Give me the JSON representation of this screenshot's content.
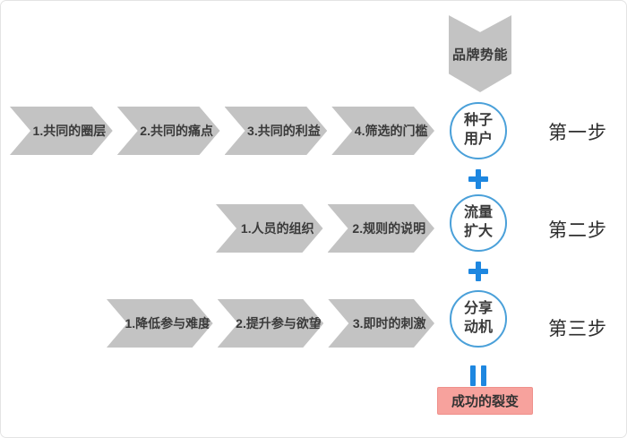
{
  "diagram": {
    "banner": {
      "label": "品牌势能"
    },
    "rows": [
      {
        "chevrons": [
          "1.共同的圈层",
          "2.共同的痛点",
          "3.共同的利益",
          "4.筛选的门槛"
        ],
        "circle": {
          "line1": "种子",
          "line2": "用户"
        },
        "step_label": "第一步"
      },
      {
        "chevrons": [
          "1.人员的组织",
          "2.规则的说明"
        ],
        "circle": {
          "line1": "流量",
          "line2": "扩大"
        },
        "step_label": "第二步"
      },
      {
        "chevrons": [
          "1.降低参与难度",
          "2.提升参与欲望",
          "3.即时的刺激"
        ],
        "circle": {
          "line1": "分享",
          "line2": "动机"
        },
        "step_label": "第三步"
      }
    ],
    "operators": {
      "plus_icon": "plus",
      "equals_icon": "equals"
    },
    "result": {
      "label": "成功的裂变"
    },
    "colors": {
      "chevron_fill": "#c3c3c3",
      "circle_border": "#4aa0d9",
      "operator_blue": "#1e87e0",
      "result_fill": "#f7a29d",
      "text_dark": "#3a3a3a",
      "page_border": "#e4e4e4"
    }
  }
}
